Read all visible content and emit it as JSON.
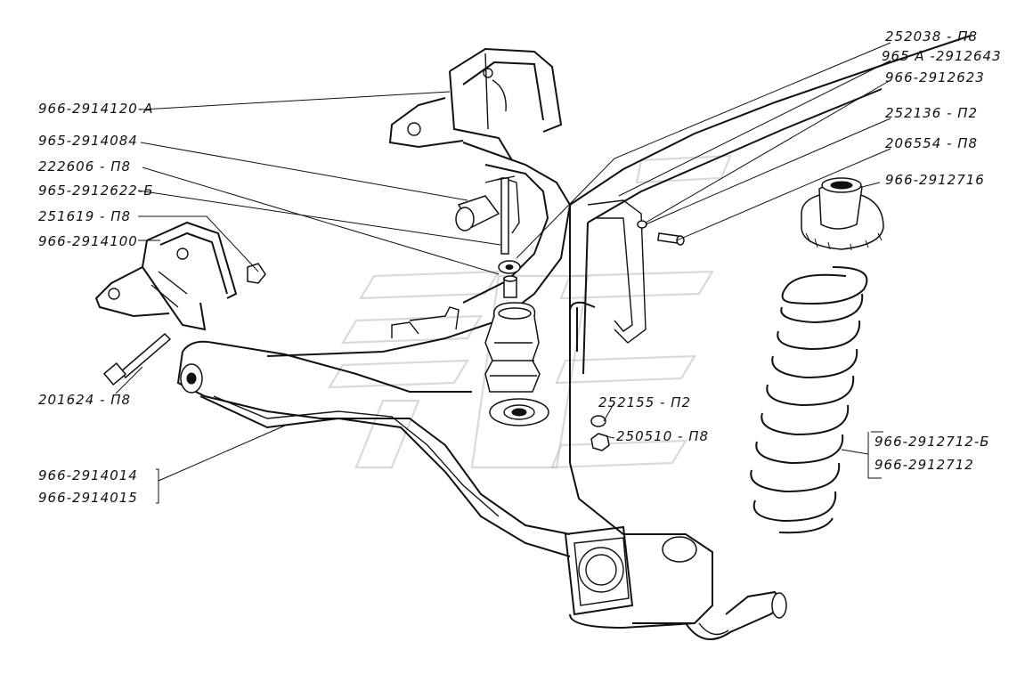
{
  "labels": {
    "l_252038": "252038 - П8",
    "l_965a": "965 А -2912643",
    "l_966_2912623": "966-2912623",
    "l_252136": "252136 - П2",
    "l_206554": "206554 - П8",
    "l_966_2912716": "966-2912716",
    "l_966_2914120a": "966-2914120-А",
    "l_965_2914084": "965-2914084",
    "l_222606": "222606 - П8",
    "l_965_2912622b": "965-2912622-Б",
    "l_251619": "251619 - П8",
    "l_966_2914100": "966-2914100",
    "l_201624": "201624 - П8",
    "l_252155": "252155 - П2",
    "l_250510": "250510 - П8",
    "l_966_2914014": "966-2914014",
    "l_966_2914015": "966-2914015",
    "l_966_2912712b": "966-2912712-Б",
    "l_966_2912712": "966-2912712"
  }
}
